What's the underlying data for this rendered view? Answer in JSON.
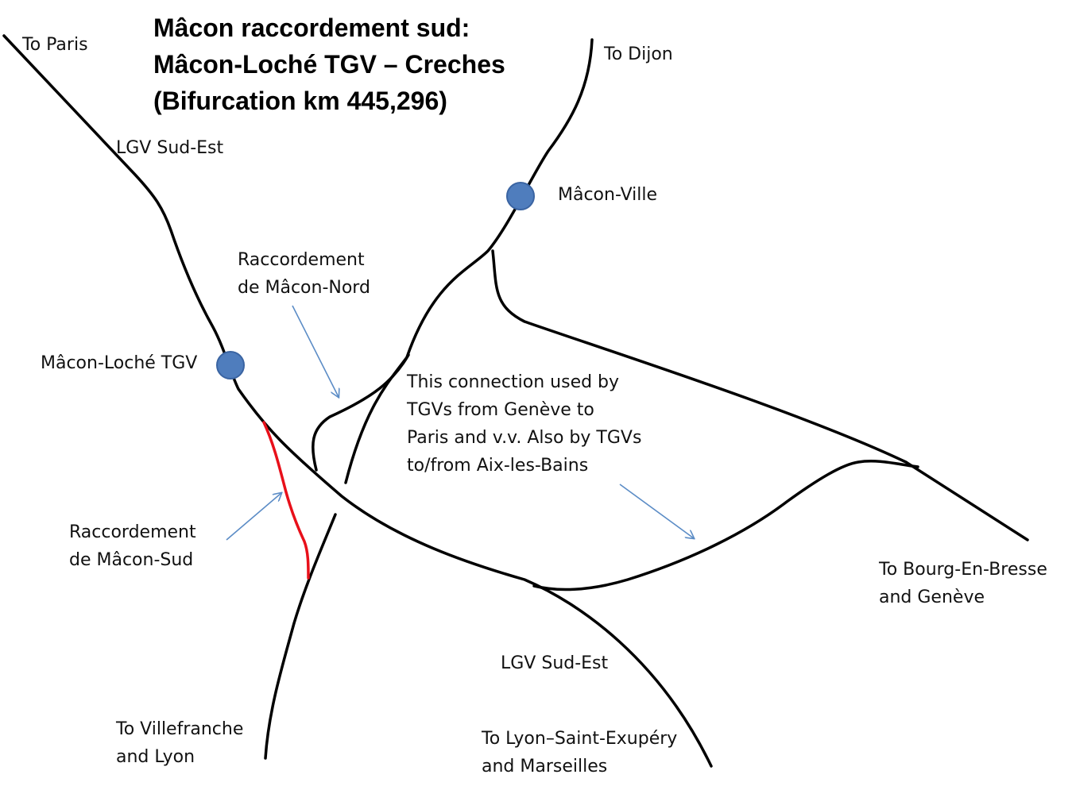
{
  "title": {
    "line1": "Mâcon raccordement sud:",
    "line2": "Mâcon-Loché TGV – Creches",
    "line3": "(Bifurcation km 445,296)"
  },
  "destinations": {
    "paris": "To Paris",
    "dijon": "To  Dijon",
    "bourg_line1": "To Bourg-En-Bresse",
    "bourg_line2": "and Genève",
    "villefranche_line1": "To Villefranche",
    "villefranche_line2": "and Lyon",
    "lyon_line1": "To Lyon–Saint-Exupéry",
    "lyon_line2": "and Marseilles"
  },
  "lines": {
    "lgv_north": "LGV Sud-Est",
    "lgv_south": "LGV Sud-Est"
  },
  "stations": {
    "macon_ville": "Mâcon-Ville",
    "macon_loche": "Mâcon-Loché TGV"
  },
  "connections": {
    "nord_line1": "Raccordement",
    "nord_line2": "de Mâcon-Nord",
    "sud_line1": "Raccordement",
    "sud_line2": "de Mâcon-Sud"
  },
  "note": {
    "line1": "This connection used by",
    "line2": "TGVs from Genève to",
    "line3": "Paris and v.v. Also by TGVs",
    "line4": "to/from Aix-les-Bains"
  },
  "colors": {
    "track": "#000000",
    "highlight": "#e8101a",
    "station": "#4f7dbd",
    "station_border": "#3a64a2",
    "arrow": "#5b8cc6"
  }
}
